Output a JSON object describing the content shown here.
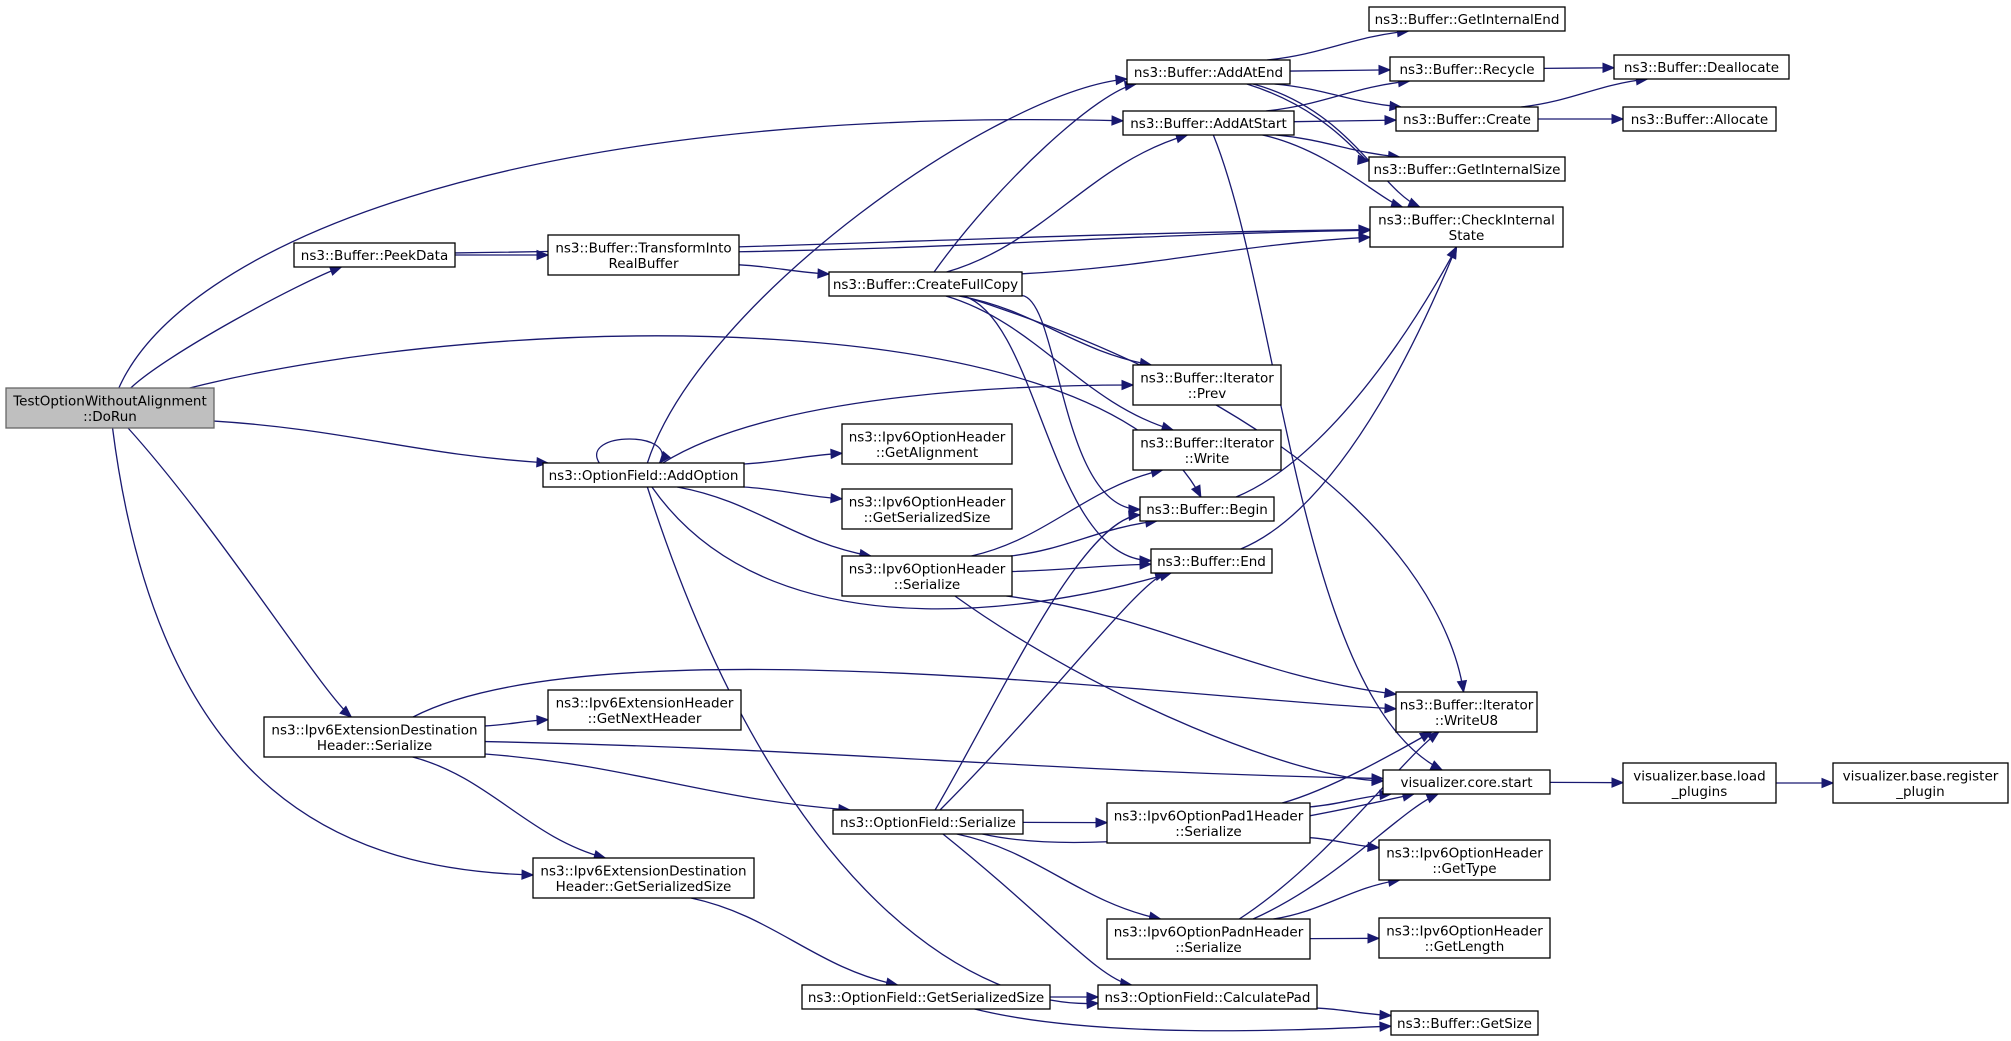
{
  "graph": {
    "colors": {
      "edge": "#191970",
      "node_border": "#000000",
      "root_fill": "#bfbfbf",
      "root_border": "#666666",
      "node_fill": "#ffffff"
    },
    "nodes": {
      "root": {
        "lines": [
          "TestOptionWithoutAlignment",
          "::DoRun"
        ]
      },
      "peekdata": {
        "lines": [
          "ns3::Buffer::PeekData"
        ]
      },
      "transform": {
        "lines": [
          "ns3::Buffer::TransformInto",
          "RealBuffer"
        ]
      },
      "createfullcopy": {
        "lines": [
          "ns3::Buffer::CreateFullCopy"
        ]
      },
      "addatend": {
        "lines": [
          "ns3::Buffer::AddAtEnd"
        ]
      },
      "addatstart": {
        "lines": [
          "ns3::Buffer::AddAtStart"
        ]
      },
      "getinternalend": {
        "lines": [
          "ns3::Buffer::GetInternalEnd"
        ]
      },
      "recycle": {
        "lines": [
          "ns3::Buffer::Recycle"
        ]
      },
      "deallocate": {
        "lines": [
          "ns3::Buffer::Deallocate"
        ]
      },
      "create": {
        "lines": [
          "ns3::Buffer::Create"
        ]
      },
      "allocate": {
        "lines": [
          "ns3::Buffer::Allocate"
        ]
      },
      "getinternalsize": {
        "lines": [
          "ns3::Buffer::GetInternalSize"
        ]
      },
      "checkinternal": {
        "lines": [
          "ns3::Buffer::CheckInternal",
          "State"
        ]
      },
      "iterprev": {
        "lines": [
          "ns3::Buffer::Iterator",
          "::Prev"
        ]
      },
      "iterwrite": {
        "lines": [
          "ns3::Buffer::Iterator",
          "::Write"
        ]
      },
      "begin": {
        "lines": [
          "ns3::Buffer::Begin"
        ]
      },
      "end": {
        "lines": [
          "ns3::Buffer::End"
        ]
      },
      "addoption": {
        "lines": [
          "ns3::OptionField::AddOption"
        ]
      },
      "getalignment": {
        "lines": [
          "ns3::Ipv6OptionHeader",
          "::GetAlignment"
        ]
      },
      "getserializedsize_oh": {
        "lines": [
          "ns3::Ipv6OptionHeader",
          "::GetSerializedSize"
        ]
      },
      "ohserialize": {
        "lines": [
          "ns3::Ipv6OptionHeader",
          "::Serialize"
        ]
      },
      "extdestserialize": {
        "lines": [
          "ns3::Ipv6ExtensionDestination",
          "Header::Serialize"
        ]
      },
      "getnextheader": {
        "lines": [
          "ns3::Ipv6ExtensionHeader",
          "::GetNextHeader"
        ]
      },
      "extdestgetsize": {
        "lines": [
          "ns3::Ipv6ExtensionDestination",
          "Header::GetSerializedSize"
        ]
      },
      "ofserialize": {
        "lines": [
          "ns3::OptionField::Serialize"
        ]
      },
      "pad1serialize": {
        "lines": [
          "ns3::Ipv6OptionPad1Header",
          "::Serialize"
        ]
      },
      "padnserialize": {
        "lines": [
          "ns3::Ipv6OptionPadnHeader",
          "::Serialize"
        ]
      },
      "ofgetsize": {
        "lines": [
          "ns3::OptionField::GetSerializedSize"
        ]
      },
      "calcpad": {
        "lines": [
          "ns3::OptionField::CalculatePad"
        ]
      },
      "getsize": {
        "lines": [
          "ns3::Buffer::GetSize"
        ]
      },
      "writeu8": {
        "lines": [
          "ns3::Buffer::Iterator",
          "::WriteU8"
        ]
      },
      "vizstart": {
        "lines": [
          "visualizer.core.start"
        ]
      },
      "vizload": {
        "lines": [
          "visualizer.base.load",
          "_plugins"
        ]
      },
      "vizregister": {
        "lines": [
          "visualizer.base.register",
          "_plugin"
        ]
      },
      "gettype": {
        "lines": [
          "ns3::Ipv6OptionHeader",
          "::GetType"
        ]
      },
      "getlength": {
        "lines": [
          "ns3::Ipv6OptionHeader",
          "::GetLength"
        ]
      }
    },
    "edges": [
      [
        "root",
        "peekdata"
      ],
      [
        "root",
        "addatstart"
      ],
      [
        "root",
        "begin"
      ],
      [
        "root",
        "addoption"
      ],
      [
        "root",
        "extdestserialize"
      ],
      [
        "root",
        "extdestgetsize"
      ],
      [
        "peekdata",
        "transform"
      ],
      [
        "peekdata",
        "checkinternal"
      ],
      [
        "transform",
        "createfullcopy"
      ],
      [
        "transform",
        "checkinternal"
      ],
      [
        "createfullcopy",
        "addatend"
      ],
      [
        "createfullcopy",
        "addatstart"
      ],
      [
        "createfullcopy",
        "checkinternal"
      ],
      [
        "createfullcopy",
        "iterprev"
      ],
      [
        "createfullcopy",
        "iterwrite"
      ],
      [
        "createfullcopy",
        "begin"
      ],
      [
        "createfullcopy",
        "end"
      ],
      [
        "createfullcopy",
        "writeu8"
      ],
      [
        "addatend",
        "getinternalend"
      ],
      [
        "addatend",
        "recycle"
      ],
      [
        "addatend",
        "create"
      ],
      [
        "addatend",
        "getinternalsize"
      ],
      [
        "addatend",
        "checkinternal"
      ],
      [
        "addatstart",
        "recycle"
      ],
      [
        "addatstart",
        "create"
      ],
      [
        "addatstart",
        "getinternalsize"
      ],
      [
        "addatstart",
        "checkinternal"
      ],
      [
        "addatstart",
        "vizstart"
      ],
      [
        "recycle",
        "deallocate"
      ],
      [
        "create",
        "deallocate"
      ],
      [
        "create",
        "allocate"
      ],
      [
        "begin",
        "checkinternal"
      ],
      [
        "end",
        "checkinternal"
      ],
      [
        "addoption",
        "addoption"
      ],
      [
        "addoption",
        "addatend"
      ],
      [
        "addoption",
        "iterprev"
      ],
      [
        "addoption",
        "getalignment"
      ],
      [
        "addoption",
        "getserializedsize_oh"
      ],
      [
        "addoption",
        "ohserialize"
      ],
      [
        "addoption",
        "end"
      ],
      [
        "addoption",
        "calcpad"
      ],
      [
        "ohserialize",
        "iterwrite"
      ],
      [
        "ohserialize",
        "begin"
      ],
      [
        "ohserialize",
        "end"
      ],
      [
        "ohserialize",
        "writeu8"
      ],
      [
        "ohserialize",
        "vizstart"
      ],
      [
        "extdestserialize",
        "writeu8"
      ],
      [
        "extdestserialize",
        "getnextheader"
      ],
      [
        "extdestserialize",
        "vizstart"
      ],
      [
        "extdestserialize",
        "ofserialize"
      ],
      [
        "extdestserialize",
        "extdestgetsize"
      ],
      [
        "extdestgetsize",
        "ofgetsize"
      ],
      [
        "ofserialize",
        "begin"
      ],
      [
        "ofserialize",
        "end"
      ],
      [
        "ofserialize",
        "pad1serialize"
      ],
      [
        "ofserialize",
        "vizstart"
      ],
      [
        "ofserialize",
        "padnserialize"
      ],
      [
        "ofserialize",
        "calcpad"
      ],
      [
        "pad1serialize",
        "writeu8"
      ],
      [
        "pad1serialize",
        "vizstart"
      ],
      [
        "pad1serialize",
        "gettype"
      ],
      [
        "padnserialize",
        "writeu8"
      ],
      [
        "padnserialize",
        "vizstart"
      ],
      [
        "padnserialize",
        "gettype"
      ],
      [
        "padnserialize",
        "getlength"
      ],
      [
        "ofgetsize",
        "calcpad"
      ],
      [
        "ofgetsize",
        "getsize"
      ],
      [
        "calcpad",
        "getsize"
      ],
      [
        "vizstart",
        "vizload"
      ],
      [
        "vizload",
        "vizregister"
      ]
    ]
  }
}
